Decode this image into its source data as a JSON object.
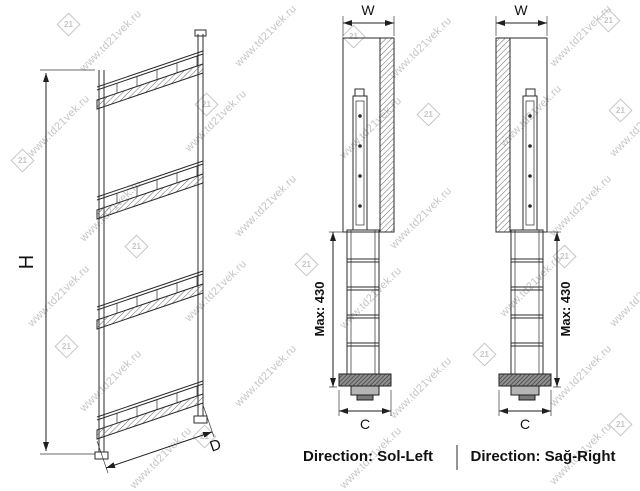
{
  "watermark": {
    "text": "www.td21vek.ru",
    "logo": "21"
  },
  "colors": {
    "line": "#2b2b2b",
    "hatch": "#666666",
    "watermark": "#c6c6c6",
    "base_fill": "#8f8f8f"
  },
  "front_view": {
    "height_label": "H",
    "depth_label": "D"
  },
  "left_direction_view": {
    "width_label": "W",
    "max_depth_label": "Max: 430",
    "clearance_label": "C",
    "caption": "Direction: Sol-Left"
  },
  "right_direction_view": {
    "width_label": "W",
    "max_depth_label": "Max: 430",
    "clearance_label": "C",
    "caption": "Direction: Sağ-Right"
  }
}
